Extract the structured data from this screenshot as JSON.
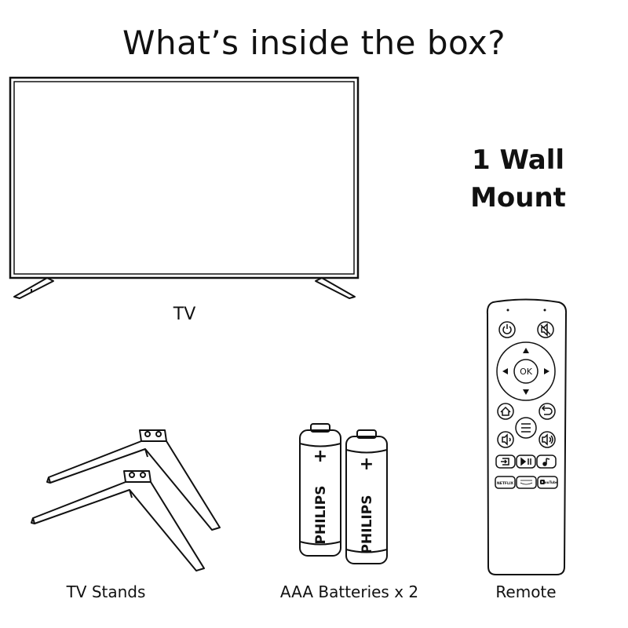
{
  "title": "What’s inside the box?",
  "wall_mount": {
    "line1": "1 Wall",
    "line2": "Mount"
  },
  "items": {
    "tv": "TV",
    "stands": "TV Stands",
    "batteries": "AAA Batteries x 2",
    "remote": "Remote"
  },
  "battery": {
    "brand": "PHILIPS",
    "terminal": "+"
  },
  "remote": {
    "ok_label": "OK",
    "app_buttons": [
      "NETFLIX",
      "",
      "YouTube"
    ]
  },
  "icons": [
    "power-icon",
    "mute-icon",
    "home-icon",
    "back-icon",
    "menu-icon",
    "volume-down-icon",
    "volume-up-icon",
    "input-icon",
    "play-pause-icon",
    "music-icon"
  ],
  "colors": {
    "line": "#111111",
    "background": "#ffffff"
  }
}
